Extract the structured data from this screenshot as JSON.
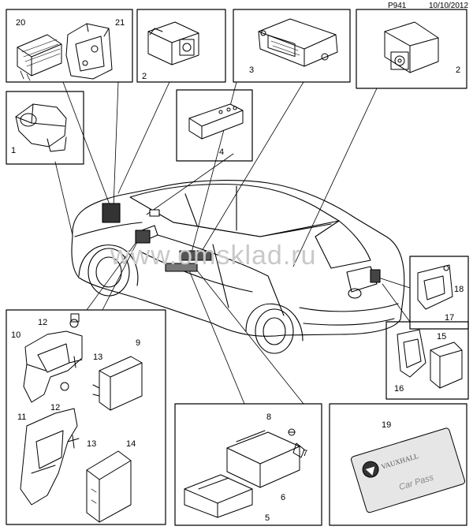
{
  "header": {
    "figure_code": "P941",
    "date": "10/10/2012"
  },
  "watermark": "www.omsklad.ru",
  "callouts": {
    "c1": "1",
    "c2a": "2",
    "c2b": "2",
    "c3": "3",
    "c4": "4",
    "c5": "5",
    "c6": "6",
    "c7": "7",
    "c8": "8",
    "c9": "9",
    "c10": "10",
    "c11": "11",
    "c12a": "12",
    "c12b": "12",
    "c13a": "13",
    "c13b": "13",
    "c14": "14",
    "c15": "15",
    "c16": "16",
    "c17": "17",
    "c18": "18",
    "c19": "19",
    "c20": "20",
    "c21": "21"
  },
  "car_pass": {
    "brand": "VAUXHALL",
    "label": "Car Pass"
  },
  "colors": {
    "line": "#000000",
    "card": "#e6e6e6",
    "watermark": "#c9c9c9"
  }
}
